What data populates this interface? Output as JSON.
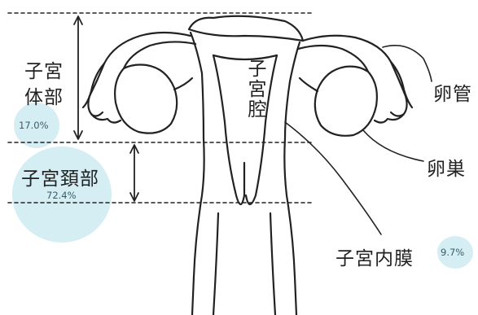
{
  "diagram": {
    "corpus_label_line1": "子宮",
    "corpus_label_line2": "体部",
    "cervix_label": "子宮頚部",
    "cavity_label": "子宮腔",
    "tube_label": "卵管",
    "ovary_label": "卵巣",
    "endometrium_label": "子宮内膜",
    "corpus_percent": "17.0%",
    "cervix_percent": "72.4%",
    "endometrium_percent": "9.7%",
    "bubble_color": "#d4eef4",
    "line_color": "#222222"
  }
}
